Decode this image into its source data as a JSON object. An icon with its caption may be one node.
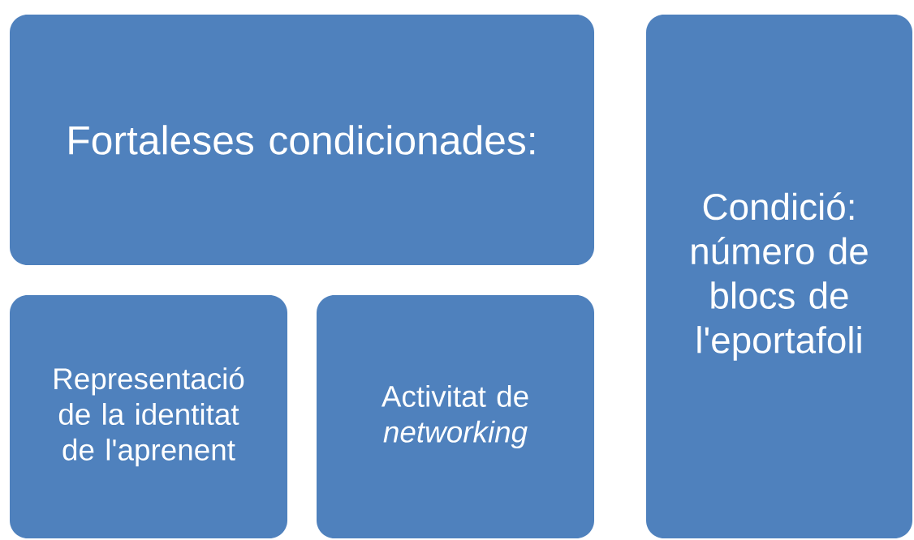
{
  "diagram": {
    "nodes": [
      {
        "text": [
          "Fortaleses condicionades:"
        ]
      },
      {
        "text": [
          "Representació de la identitat de l'aprenent"
        ]
      },
      {
        "text": [
          "Activitat de *networking*"
        ]
      },
      {
        "text": [
          "Condició: número de blocs de l'eportafoli"
        ]
      }
    ]
  }
}
